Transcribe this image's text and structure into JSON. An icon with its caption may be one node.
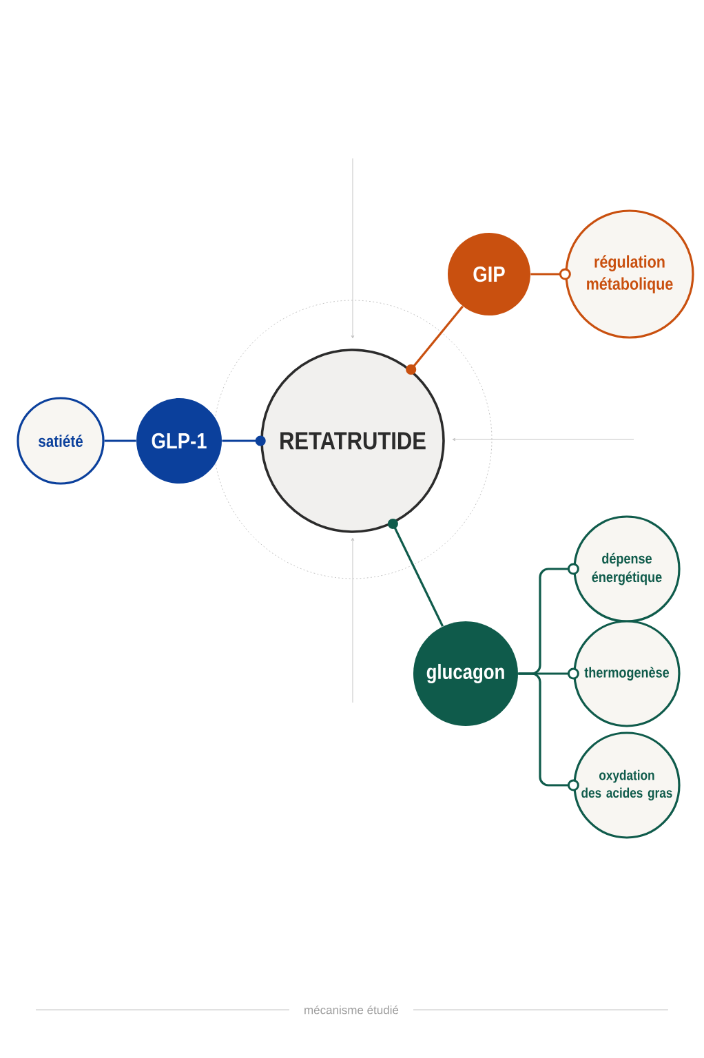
{
  "diagram": {
    "caption": "mécanisme étudié",
    "nodes": [
      {
        "text": [
          "GIP"
        ]
      },
      {
        "text": [
          "régulation métabolique"
        ]
      },
      {
        "text": [
          "satiété"
        ]
      },
      {
        "text": [
          "GLP-1"
        ]
      },
      {
        "text": [
          "RETATRUTIDE"
        ]
      },
      {
        "text": [
          "dépense énergétique"
        ]
      },
      {
        "text": [
          "glucagon"
        ]
      },
      {
        "text": [
          "thermogenèse"
        ]
      },
      {
        "text": [
          "oxydation des acides gras"
        ]
      }
    ],
    "edges": [
      {
        "from": 0,
        "to": 4,
        "arrow": "other",
        "color": "#c9500f"
      },
      {
        "from": 0,
        "to": 1,
        "arrow": "other",
        "color": "#c9500f"
      },
      {
        "from": 3,
        "to": 4,
        "arrow": "other",
        "color": "#0b409c"
      },
      {
        "from": 3,
        "to": 2,
        "arrow": "none",
        "color": "#0b409c"
      },
      {
        "from": 6,
        "to": 4,
        "arrow": "other"
      },
      {
        "from": 6,
        "to": 5,
        "arrow": "other"
      },
      {
        "from": 6,
        "to": 7,
        "arrow": "other"
      },
      {
        "from": 6,
        "to": 8,
        "arrow": "other"
      }
    ]
  }
}
